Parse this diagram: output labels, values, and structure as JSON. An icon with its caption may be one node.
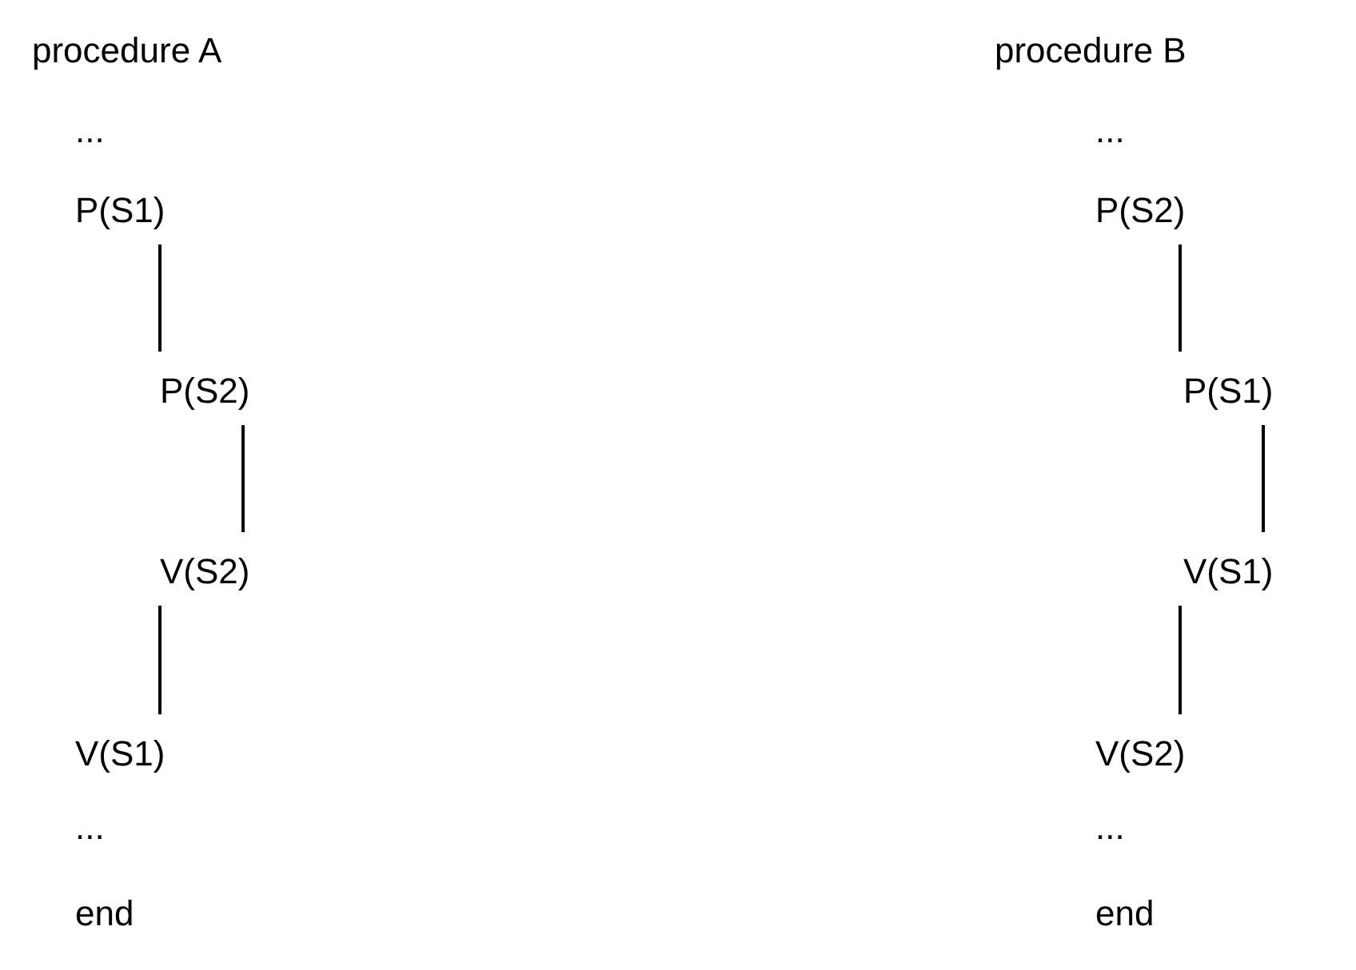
{
  "diagram": {
    "nodes": [
      {
        "text": [
          "P(S1)"
        ]
      },
      {
        "text": [
          "P(S2)"
        ]
      },
      {
        "text": [
          "V(S2)"
        ]
      },
      {
        "text": [
          "V(S1)"
        ]
      },
      {
        "text": [
          "P(S2)"
        ]
      },
      {
        "text": [
          "P(S1)"
        ]
      },
      {
        "text": [
          "V(S1)"
        ]
      },
      {
        "text": [
          "V(S2)"
        ]
      }
    ],
    "edges": [
      {
        "from": 0,
        "to": 1,
        "arrow": "none"
      },
      {
        "from": 1,
        "to": 2,
        "arrow": "none"
      },
      {
        "from": 2,
        "to": 3,
        "arrow": "none"
      },
      {
        "from": 4,
        "to": 5,
        "arrow": "none"
      },
      {
        "from": 5,
        "to": 6,
        "arrow": "none"
      },
      {
        "from": 6,
        "to": 7,
        "arrow": "none"
      }
    ],
    "labels": [
      "procedure A",
      "procedure B",
      "...",
      "...",
      "...",
      "...",
      "end",
      "end"
    ]
  }
}
